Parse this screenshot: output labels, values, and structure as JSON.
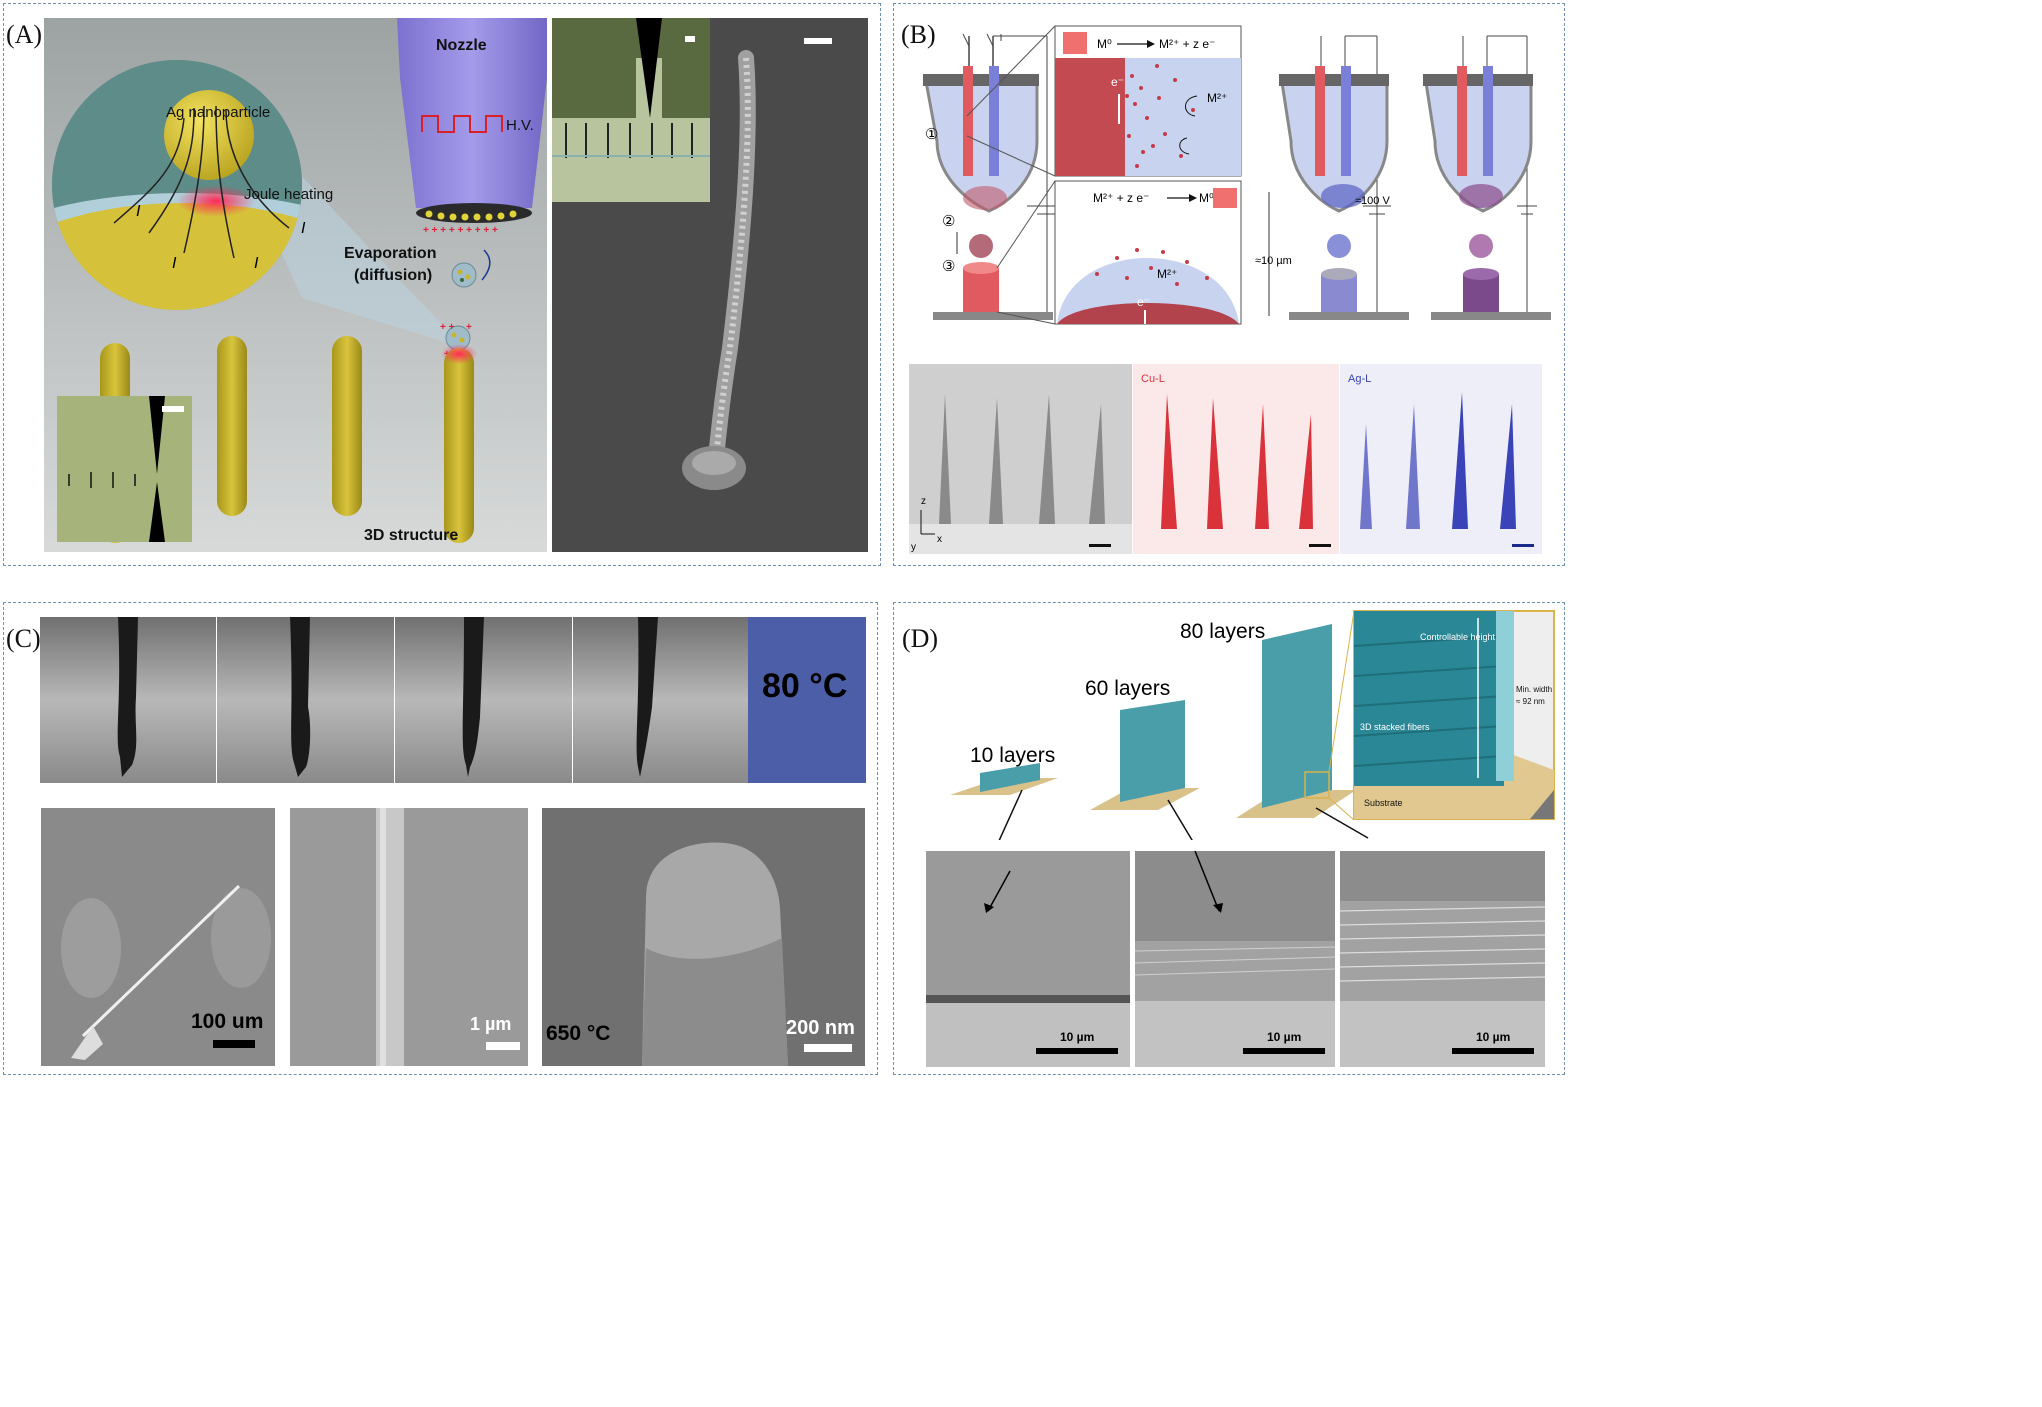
{
  "panels": {
    "A": {
      "label": "(A)",
      "ag_nanoparticle": "Ag nanoparticle",
      "joule_heating": "Joule heating",
      "current_symbol": "I",
      "nozzle": "Nozzle",
      "hv": "H.V.",
      "evaporation": "Evaporation",
      "diffusion": "(diffusion)",
      "structure_3d": "3D structure"
    },
    "B": {
      "label": "(B)",
      "step1": "①",
      "step2": "②",
      "step3": "③",
      "oxidation_eq_lhs": "M⁰",
      "oxidation_eq_rhs": "M²⁺ + z e⁻",
      "reduction_eq_lhs": "M²⁺ + z e⁻",
      "reduction_eq_rhs": "M⁰",
      "electron": "e⁻",
      "ion": "M²⁺",
      "voltage": "≈100 V",
      "gap": "≈10 µm",
      "cu_map": "Cu-L",
      "ag_map": "Ag-L",
      "axis_z": "z",
      "axis_x": "x",
      "axis_y": "y"
    },
    "C": {
      "label": "(C)",
      "temperature": "80 °C",
      "scale1": "100 um",
      "scale2": "1 µm",
      "scale3": "200 nm",
      "anneal_temp": "650 °C"
    },
    "D": {
      "label": "(D)",
      "layers10": "10 layers",
      "layers60": "60 layers",
      "layers80": "80 layers",
      "controllable_height": "Controllable height",
      "min_width": "Min. width",
      "min_width_value": "≈ 92 nm",
      "stacked_fibers": "3D stacked fibers",
      "substrate": "Substrate",
      "scale": "10 µm"
    }
  },
  "colors": {
    "border": "#6c8fb3",
    "gold": "#c9b52c",
    "nozzle": "#8b80d8",
    "copper_red": "#d9534f",
    "silver_blue": "#5a63c4",
    "teal": "#4a9eaa",
    "hot_stage": "#4d5ea8"
  }
}
